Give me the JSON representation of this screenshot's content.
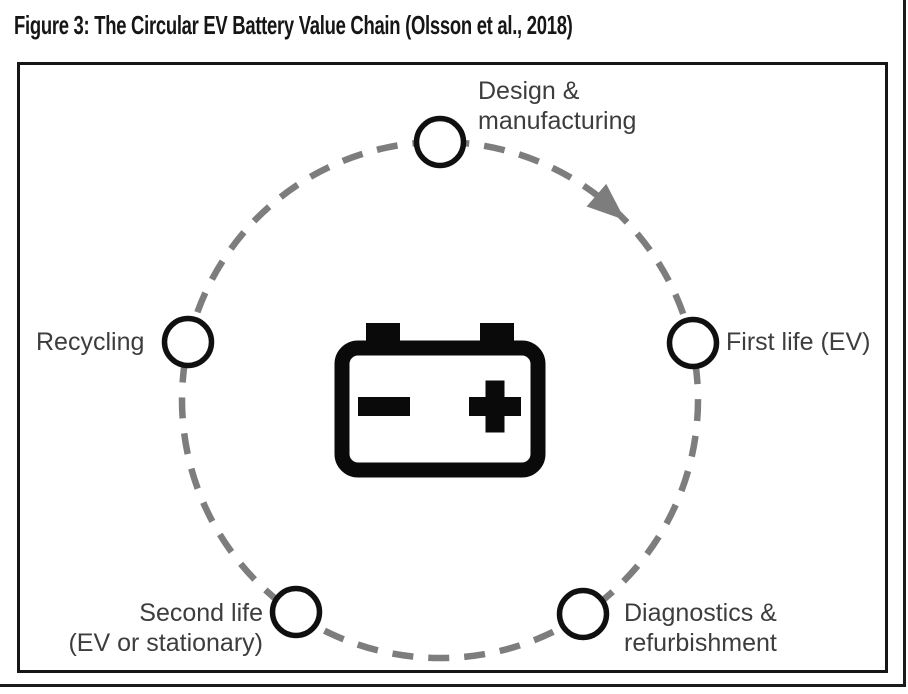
{
  "figure": {
    "caption": "Figure 3: The Circular EV Battery Value Chain (Olsson et al., 2018)"
  },
  "diagram": {
    "type": "circular-cycle",
    "direction": "clockwise",
    "center_icon": "car-battery",
    "colors": {
      "ring": "#7d7d7d",
      "node_fill": "#ffffff",
      "node_stroke": "#101010",
      "label_text": "#3d3d3d",
      "battery": "#0a0a0a"
    },
    "nodes": {
      "design": {
        "line1": "Design &",
        "line2": "manufacturing"
      },
      "first_life": {
        "label": "First life (EV)"
      },
      "diagnostics": {
        "line1": "Diagnostics &",
        "line2": "refurbishment"
      },
      "second_life": {
        "line1": "Second life",
        "line2": "(EV or stationary)"
      },
      "recycling": {
        "label": "Recycling"
      }
    }
  }
}
